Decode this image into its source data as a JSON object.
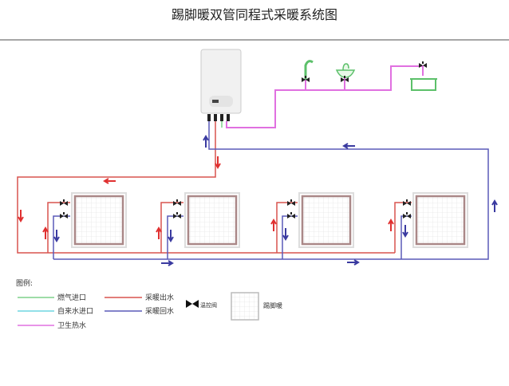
{
  "title": "踢脚暖双管同程式采暖系统图",
  "legend": {
    "heading": "图例:",
    "gas_inlet": "燃气进口",
    "cold_water_inlet": "自来水进口",
    "domestic_hot_water": "卫生热水",
    "heating_supply": "采暖出水",
    "heating_return": "采暖回水",
    "thermostatic_valve": "温控阀",
    "baseboard_heater": "踢脚暖"
  },
  "colors": {
    "gas": "#7fd08a",
    "cold_water": "#6fd6e0",
    "hot_water": "#e070e0",
    "supply": "#d9534f",
    "return": "#5a5ab8"
  }
}
